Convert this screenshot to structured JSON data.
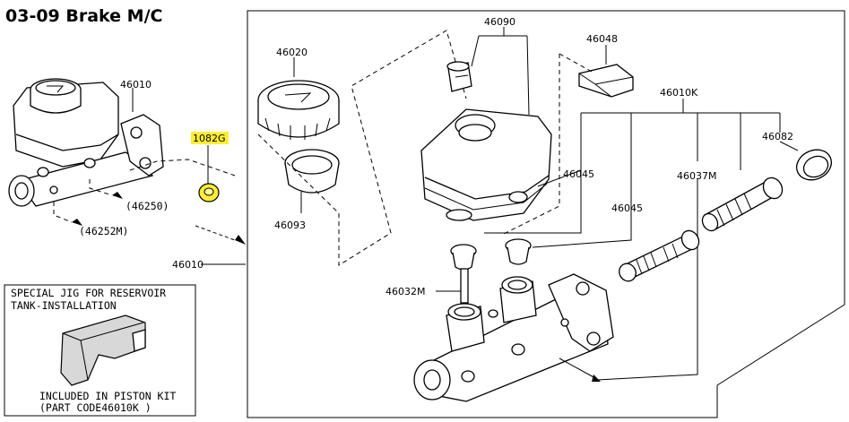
{
  "title": "03-09 Brake M/C",
  "callouts": {
    "c46010_top": "46010",
    "c1082g": "1082G",
    "c46250": "(46250)",
    "c46252m": "(46252M)",
    "c46010_side": "46010",
    "c46020": "46020",
    "c46093": "46093",
    "c46090": "46090",
    "c46048": "46048",
    "c46010k": "46010K",
    "c46082": "46082",
    "c46045_a": "46045",
    "c46045_b": "46045",
    "c46037m": "46037M",
    "c46032m": "46032M"
  },
  "jig_box": {
    "line1": "SPECIAL JIG FOR RESERVOIR",
    "line2": "TANK-INSTALLATION",
    "foot1": "INCLUDED IN PISTON KIT",
    "foot2": "(PART CODE46010K )"
  },
  "colors": {
    "highlight": "#ffee33",
    "ink": "#000000",
    "background": "#ffffff",
    "shade": "#d8d8d8"
  }
}
